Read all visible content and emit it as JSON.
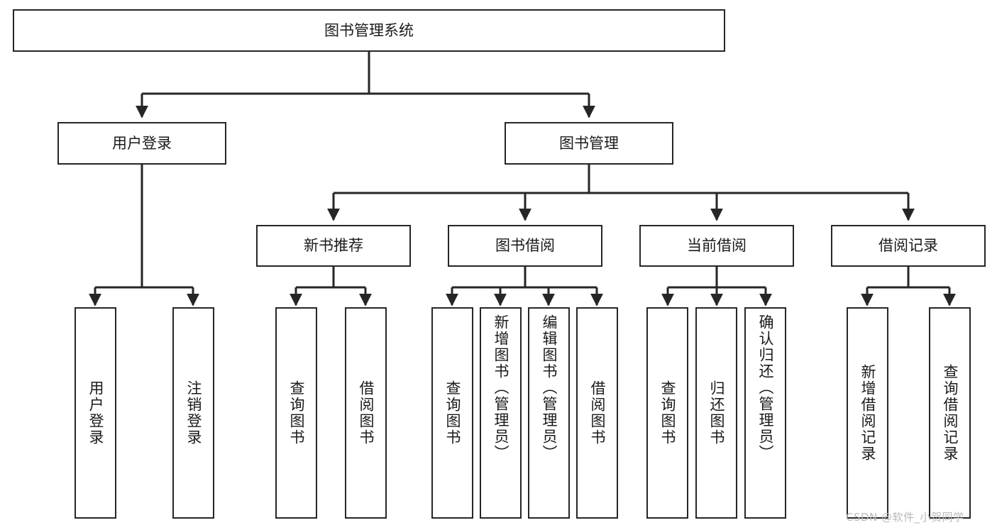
{
  "diagram": {
    "title": "图书管理系统",
    "type": "tree-hierarchy",
    "root": {
      "id": "root",
      "label": "图书管理系统"
    },
    "level2": [
      {
        "id": "user-login",
        "label": "用户登录"
      },
      {
        "id": "book-manage",
        "label": "图书管理"
      }
    ],
    "level3": [
      {
        "id": "new-book-recommend",
        "label": "新书推荐"
      },
      {
        "id": "book-borrow",
        "label": "图书借阅"
      },
      {
        "id": "current-borrow",
        "label": "当前借阅"
      },
      {
        "id": "borrow-record",
        "label": "借阅记录"
      }
    ],
    "leaves": {
      "user_login": [
        {
          "id": "leaf-user-login",
          "label": "用户登录"
        },
        {
          "id": "leaf-logout-login",
          "label": "注销登录"
        }
      ],
      "new_book_recommend": [
        {
          "id": "leaf-query-book-1",
          "label": "查询图书"
        },
        {
          "id": "leaf-borrow-book-1",
          "label": "借阅图书"
        }
      ],
      "book_borrow": [
        {
          "id": "leaf-query-book-2",
          "label": "查询图书"
        },
        {
          "id": "leaf-add-book",
          "label": "新增图书（管理员）"
        },
        {
          "id": "leaf-edit-book",
          "label": "编辑图书（管理员）"
        },
        {
          "id": "leaf-borrow-book-2",
          "label": "借阅图书"
        }
      ],
      "current_borrow": [
        {
          "id": "leaf-query-book-3",
          "label": "查询图书"
        },
        {
          "id": "leaf-return-book",
          "label": "归还图书"
        },
        {
          "id": "leaf-confirm-return",
          "label": "确认归还（管理员）"
        }
      ],
      "borrow_record": [
        {
          "id": "leaf-add-record",
          "label": "新增借阅记录"
        },
        {
          "id": "leaf-query-record",
          "label": "查询借阅记录"
        }
      ]
    }
  },
  "watermark": {
    "text": "CSDN @软件_小贺同学"
  },
  "colors": {
    "stroke": "#262626",
    "background": "#ffffff",
    "text": "#1a1a1a",
    "watermark": "#b9b9b9"
  }
}
